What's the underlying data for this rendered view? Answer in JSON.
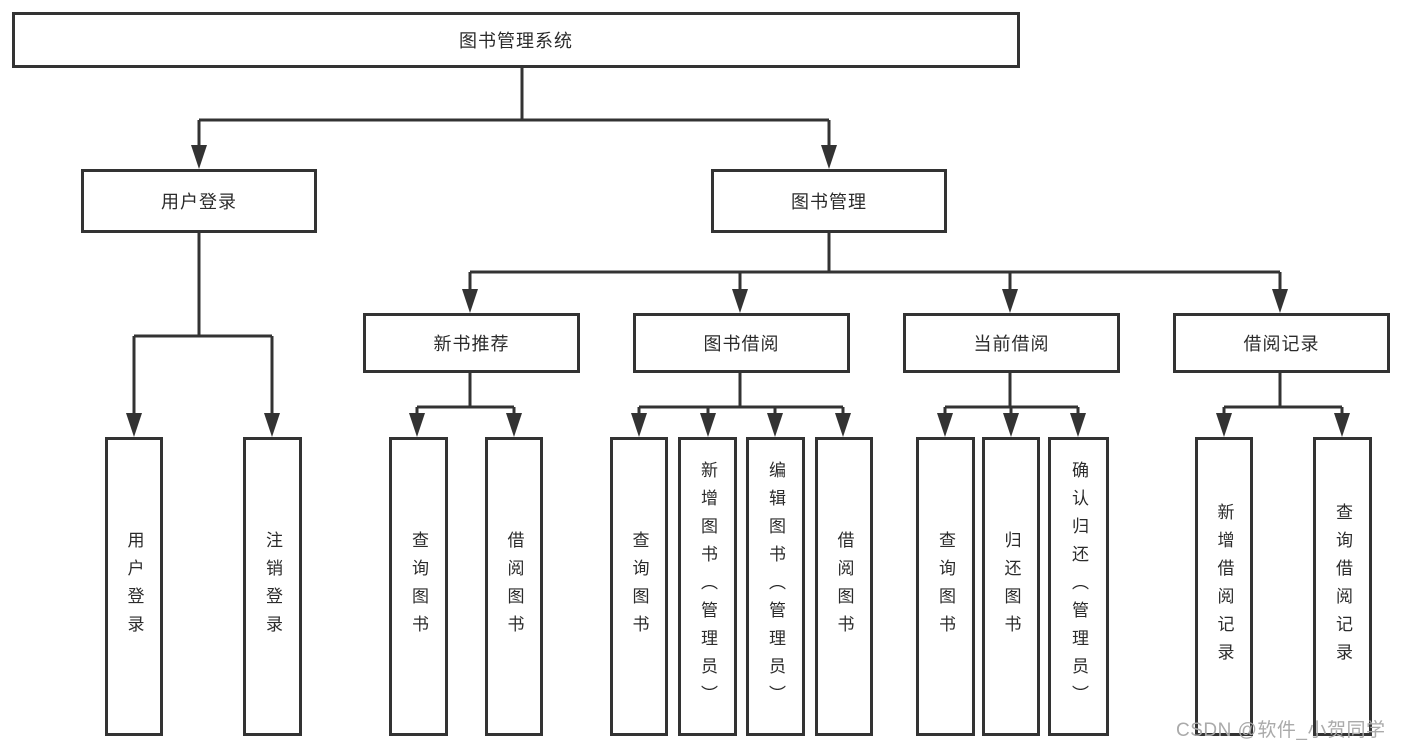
{
  "tree": {
    "root": "图书管理系统",
    "branches": [
      {
        "label": "用户登录",
        "children": [
          "用户登录",
          "注销登录"
        ]
      },
      {
        "label": "图书管理",
        "children": [
          {
            "label": "新书推荐",
            "children": [
              "查询图书",
              "借阅图书"
            ]
          },
          {
            "label": "图书借阅",
            "children": [
              "查询图书",
              "新增图书（管理员）",
              "编辑图书（管理员）",
              "借阅图书"
            ]
          },
          {
            "label": "当前借阅",
            "children": [
              "查询图书",
              "归还图书",
              "确认归还（管理员）"
            ]
          },
          {
            "label": "借阅记录",
            "children": [
              "新增借阅记录",
              "查询借阅记录"
            ]
          }
        ]
      }
    ]
  },
  "watermark": {
    "text": "CSDN @软件_小贺同学",
    "color": "#aaaaaa"
  },
  "colors": {
    "line": "#333333",
    "box_border": "#333333",
    "box_background": "#ffffff",
    "text": "#2b2b2b",
    "page_background": "#ffffff"
  }
}
